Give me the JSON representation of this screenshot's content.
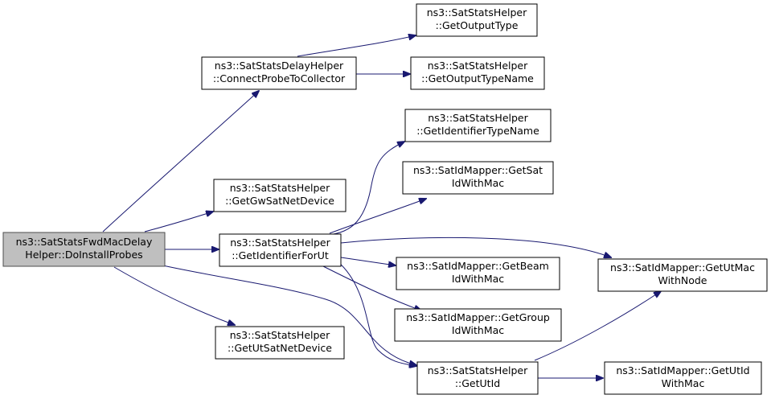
{
  "diagram": {
    "nodes": [
      {
        "id": "root",
        "line1": "ns3::SatStatsFwdMacDelay",
        "line2": "Helper::DoInstallProbes",
        "highlight": true
      },
      {
        "id": "connect",
        "line1": "ns3::SatStatsDelayHelper",
        "line2": "::ConnectProbeToCollector"
      },
      {
        "id": "outtype",
        "line1": "ns3::SatStatsHelper",
        "line2": "::GetOutputType"
      },
      {
        "id": "outtypename",
        "line1": "ns3::SatStatsHelper",
        "line2": "::GetOutputTypeName"
      },
      {
        "id": "idtypename",
        "line1": "ns3::SatStatsHelper",
        "line2": "::GetIdentifierTypeName"
      },
      {
        "id": "gwsat",
        "line1": "ns3::SatStatsHelper",
        "line2": "::GetGwSatNetDevice"
      },
      {
        "id": "satidmac",
        "line1": "ns3::SatIdMapper::GetSat",
        "line2": "IdWithMac"
      },
      {
        "id": "identut",
        "line1": "ns3::SatStatsHelper",
        "line2": "::GetIdentifierForUt"
      },
      {
        "id": "utmacnode",
        "line1": "ns3::SatIdMapper::GetUtMac",
        "line2": "WithNode"
      },
      {
        "id": "beamid",
        "line1": "ns3::SatIdMapper::GetBeam",
        "line2": "IdWithMac"
      },
      {
        "id": "groupid",
        "line1": "ns3::SatIdMapper::GetGroup",
        "line2": "IdWithMac"
      },
      {
        "id": "utsat",
        "line1": "ns3::SatStatsHelper",
        "line2": "::GetUtSatNetDevice"
      },
      {
        "id": "getutid",
        "line1": "ns3::SatStatsHelper",
        "line2": "::GetUtId"
      },
      {
        "id": "utidmac",
        "line1": "ns3::SatIdMapper::GetUtId",
        "line2": "WithMac"
      }
    ],
    "edges": [
      [
        "root",
        "connect"
      ],
      [
        "root",
        "gwsat"
      ],
      [
        "root",
        "identut"
      ],
      [
        "root",
        "utsat"
      ],
      [
        "root",
        "getutid"
      ],
      [
        "connect",
        "outtype"
      ],
      [
        "connect",
        "outtypename"
      ],
      [
        "identut",
        "idtypename"
      ],
      [
        "identut",
        "satidmac"
      ],
      [
        "identut",
        "utmacnode"
      ],
      [
        "identut",
        "beamid"
      ],
      [
        "identut",
        "groupid"
      ],
      [
        "identut",
        "getutid"
      ],
      [
        "getutid",
        "utmacnode"
      ],
      [
        "getutid",
        "utidmac"
      ]
    ],
    "colors": {
      "edge": "#191970",
      "root_fill": "#bfbfbf",
      "node_fill": "#ffffff"
    }
  }
}
